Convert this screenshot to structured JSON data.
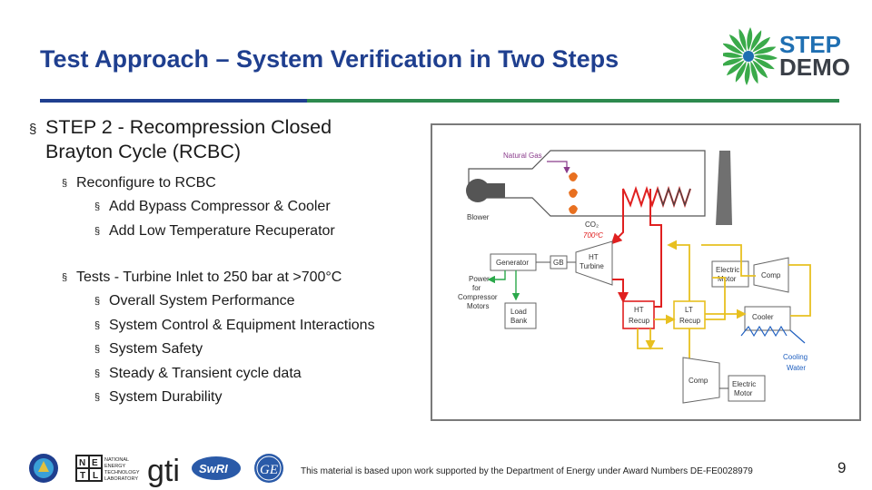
{
  "slide": {
    "title": "Test Approach – System Verification in Two Steps",
    "logo": {
      "line1": "STEP",
      "line2": "DEMO"
    },
    "bullets": {
      "main": {
        "line1": "STEP 2 - Recompression Closed",
        "line2": "Brayton Cycle (RCBC)"
      },
      "groups": [
        {
          "label": "Reconfigure to RCBC",
          "items": [
            "Add Bypass Compressor & Cooler",
            "Add Low Temperature Recuperator"
          ]
        },
        {
          "label": "Tests - Turbine Inlet to 250 bar at >700°C",
          "items": [
            "Overall System Performance",
            "System Control & Equipment Interactions",
            "System Safety",
            "Steady & Transient cycle data",
            "System Durability"
          ]
        }
      ]
    },
    "diagram": {
      "natural_gas": "Natural Gas",
      "blower": "Blower",
      "co2": "CO₂",
      "temp": "700ºC",
      "generator": "Generator",
      "gb": "GB",
      "ht_turbine_1": "HT",
      "ht_turbine_2": "Turbine",
      "power_1": "Power",
      "power_2": "for",
      "power_3": "Compressor",
      "power_4": "Motors",
      "load_bank_1": "Load",
      "load_bank_2": "Bank",
      "electric_motor_1": "Electric",
      "electric_motor_2": "Motor",
      "comp": "Comp",
      "ht_recup_1": "HT",
      "ht_recup_2": "Recup",
      "lt_recup_1": "LT",
      "lt_recup_2": "Recup",
      "cooler": "Cooler",
      "cooling_water_1": "Cooling",
      "cooling_water_2": "Water",
      "comp2": "Comp",
      "electric_motor2_1": "Electric",
      "electric_motor2_2": "Motor"
    },
    "footer": {
      "partners": [
        "NATIONAL",
        "ENERGY",
        "TECHNOLOGY",
        "LABORATORY",
        "gti",
        "SwRI",
        "GE"
      ],
      "note": "This material is based upon work supported by the Department of Energy under Award Numbers DE-FE0028979",
      "page_number": "9"
    },
    "colors": {
      "title": "#1f3f8f",
      "rule_green": "#2d8a4e",
      "red_flow": "#e02020",
      "yellow_flow": "#e8c020",
      "green_flow": "#2aa84a",
      "purple_gas": "#8a3c8c",
      "blue_water": "#2060c0"
    }
  }
}
